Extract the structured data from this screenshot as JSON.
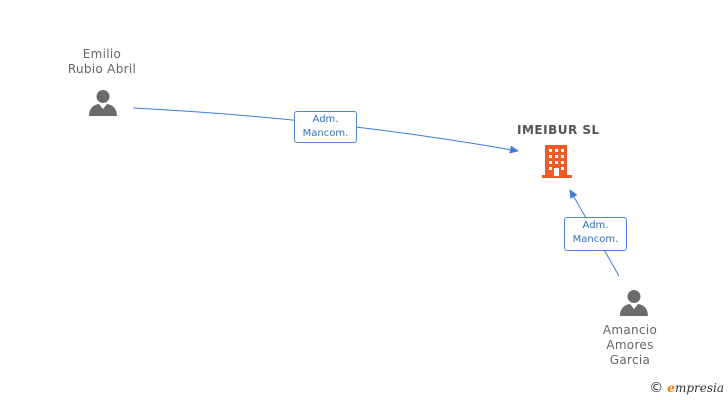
{
  "nodes": {
    "person1": {
      "name_line1": "Emilio",
      "name_line2": "Rubio Abril"
    },
    "person2": {
      "name_line1": "Amancio",
      "name_line2": "Amores",
      "name_line3": "Garcia"
    },
    "company": {
      "name": "IMEIBUR SL"
    }
  },
  "edges": [
    {
      "from": "person1",
      "to": "company",
      "label_line1": "Adm.",
      "label_line2": "Mancom."
    },
    {
      "from": "person2",
      "to": "company",
      "label_line1": "Adm.",
      "label_line2": "Mancom."
    }
  ],
  "brand": {
    "copyright": "©",
    "e": "e",
    "rest": "mpresia"
  },
  "colors": {
    "person_icon": "#6b6b6b",
    "company_icon": "#f05a28",
    "edge": "#3d7fd6"
  },
  "icons": {
    "person": "person-icon",
    "company": "building-icon"
  }
}
